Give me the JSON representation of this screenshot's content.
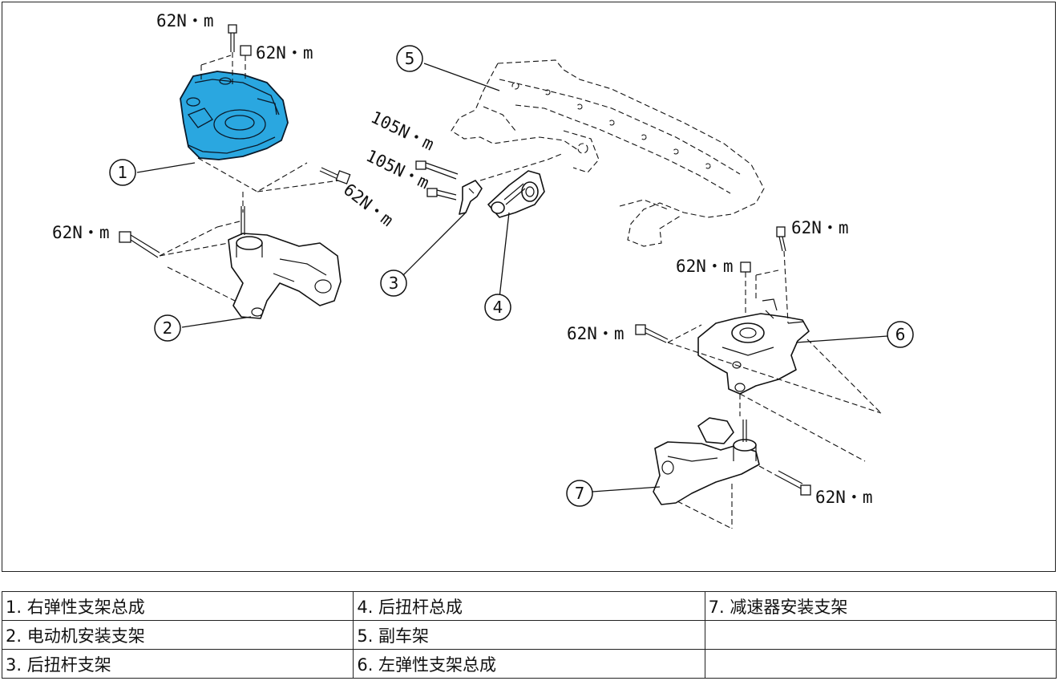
{
  "callouts": {
    "c1": "1",
    "c2": "2",
    "c3": "3",
    "c4": "4",
    "c5": "5",
    "c6": "6",
    "c7": "7"
  },
  "torques": {
    "t1": "62N・m",
    "t2": "62N・m",
    "t3": "62N・m",
    "t4": "62N・m",
    "t5": "105N・m",
    "t6": "105N・m",
    "t7": "62N・m",
    "t8": "62N・m",
    "t9": "62N・m",
    "t10": "62N・m"
  },
  "colors": {
    "highlight": "#2aa7e0"
  },
  "legend": {
    "rows": [
      [
        "1. 右弹性支架总成",
        "4. 后扭杆总成",
        "7. 减速器安装支架"
      ],
      [
        "2. 电动机安装支架",
        "5. 副车架",
        ""
      ],
      [
        "3. 后扭杆支架",
        "6. 左弹性支架总成",
        ""
      ]
    ]
  }
}
